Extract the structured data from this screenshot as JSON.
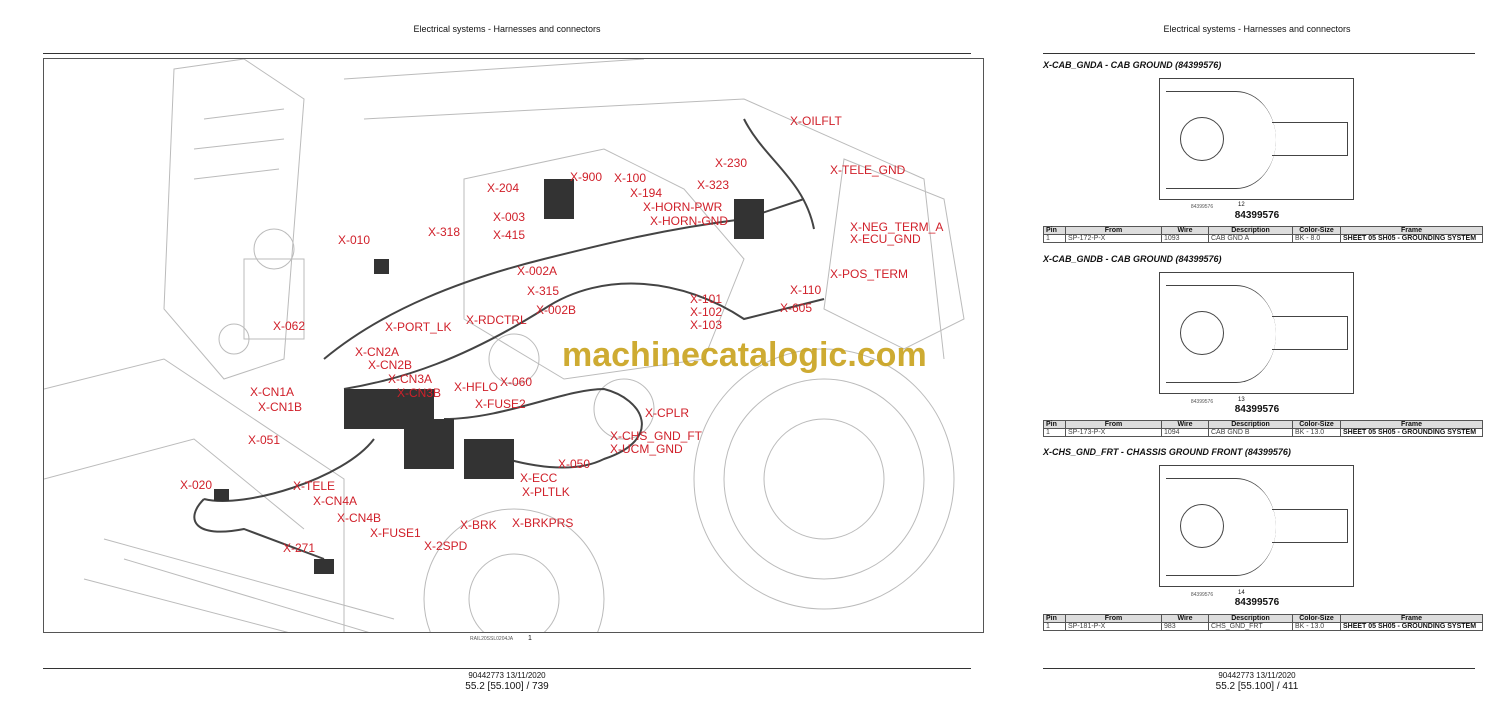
{
  "left_page": {
    "header": "Electrical systems - Harnesses and connectors",
    "figure_code": "RAIL20SSL0204JA",
    "figure_number": "1",
    "footer_doc": "90442773 13/11/2020",
    "footer_page": "55.2 [55.100] / 739",
    "watermark": "machinecatalogic.com",
    "labels": [
      "X-OILFLT",
      "X-TELE_GND",
      "X-NEG_TERM_A",
      "X-ECU_GND",
      "X-230",
      "X-323",
      "X-900",
      "X-100",
      "X-194",
      "X-204",
      "X-003",
      "X-HORN-PWR",
      "X-HORN-GND",
      "X-415",
      "X-318",
      "X-010",
      "X-POS_TERM",
      "X-110",
      "X-002A",
      "X-315",
      "X-605",
      "X-002B",
      "X-RDCTRL",
      "X-PORT_LK",
      "X-062",
      "X-101",
      "X-102",
      "X-103",
      "X-CN2A",
      "X-CN2B",
      "X-060",
      "X-CN3A",
      "X-CN3B",
      "X-CN1A",
      "X-HFLO",
      "X-CN1B",
      "X-FUSE2",
      "X-CPLR",
      "X-051",
      "X-CHS_GND_FT",
      "X-UCM_GND",
      "X-050",
      "X-ECC",
      "X-TELE",
      "X-020",
      "X-PLTLK",
      "X-CN4A",
      "X-BRKPRS",
      "X-CN4B",
      "X-BRK",
      "X-FUSE1",
      "X-2SPD",
      "X-271"
    ]
  },
  "right_page": {
    "header": "Electrical systems - Harnesses and connectors",
    "columns": [
      "Pin",
      "From",
      "Wire",
      "Description",
      "Color-Size",
      "Frame"
    ],
    "sections": [
      {
        "title": "X-CAB_GNDA - CAB GROUND (84399576)",
        "fig_code": "84399576",
        "fig_num": "12",
        "part": "84399576",
        "row": [
          "1",
          "SP-172-P-X",
          "1093",
          "CAB GND A",
          "BK - 8.0",
          "SHEET 05 SH05 - GROUNDING SYSTEM"
        ]
      },
      {
        "title": "X-CAB_GNDB - CAB GROUND (84399576)",
        "fig_code": "84399576",
        "fig_num": "13",
        "part": "84399576",
        "row": [
          "1",
          "SP-173-P-X",
          "1094",
          "CAB GND B",
          "BK - 13.0",
          "SHEET 05 SH05 - GROUNDING SYSTEM"
        ]
      },
      {
        "title": "X-CHS_GND_FRT - CHASSIS GROUND FRONT (84399576)",
        "fig_code": "84399576",
        "fig_num": "14",
        "part": "84399576",
        "row": [
          "1",
          "SP-181-P-X",
          "983",
          "CHS_GND_FRT",
          "BK - 13.0",
          "SHEET 05 SH05 - GROUNDING SYSTEM"
        ]
      }
    ],
    "footer_doc": "90442773 13/11/2020",
    "footer_page": "55.2 [55.100] / 411"
  }
}
